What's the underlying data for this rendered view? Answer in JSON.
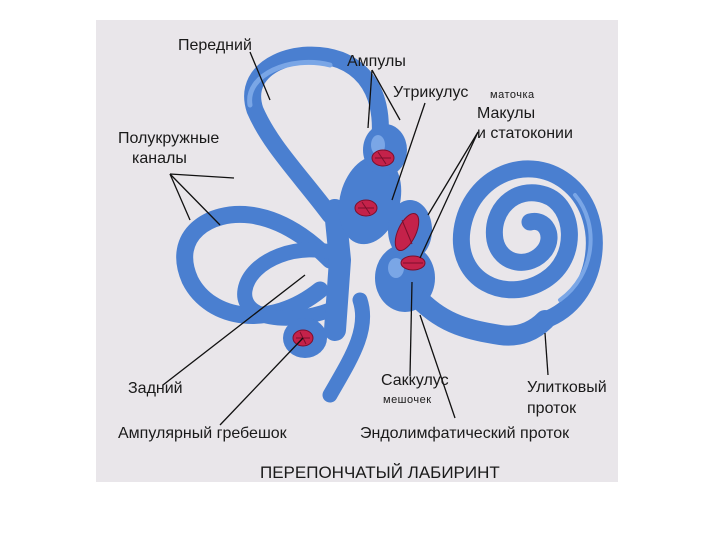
{
  "labels": {
    "anterior": "Передний",
    "ampullae": "Ампулы",
    "utricle": "Утрикулус",
    "utricle_ru": "маточка",
    "maculae_1": "Макулы",
    "maculae_2": "и статоконии",
    "canals_1": "Полукружные",
    "canals_2": "каналы",
    "posterior": "Задний",
    "crista": "Ампулярный гребешок",
    "saccule": "Саккулус",
    "saccule_ru": "мешочек",
    "cochlear_1": "Улитковый",
    "cochlear_2": "проток",
    "endolymph": "Эндолимфатический проток"
  },
  "title": "ПЕРЕПОНЧАТЫЙ ЛАБИРИНТ",
  "colors": {
    "labyrinth": "#4a7fd0",
    "crest": "#c4224a",
    "plate": "#e9e6ea"
  }
}
